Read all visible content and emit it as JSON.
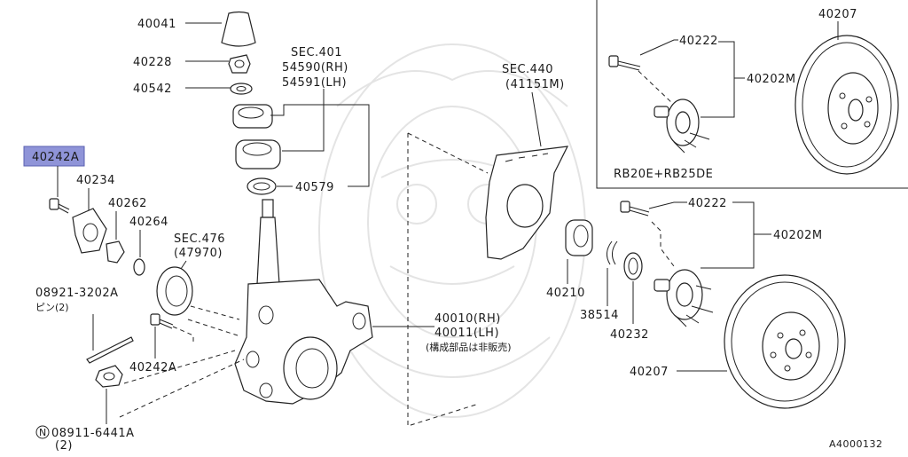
{
  "highlighted_part": "40242A",
  "labels": {
    "p40041": "40041",
    "p40228": "40228",
    "p40542": "40542",
    "sec401": "SEC.401",
    "sec401_rh": "54590(RH)",
    "sec401_lh": "54591(LH)",
    "p40579": "40579",
    "p40242a_top": "40242A",
    "p40234": "40234",
    "p40262": "40262",
    "p40264": "40264",
    "sec476": "SEC.476",
    "sec476_code": "(47970)",
    "pin_code": "08921-3202A",
    "pin_qty": "ピン(2)",
    "p40242a_bottom": "40242A",
    "nut_code": "08911-6441A",
    "nut_prefix": "N",
    "nut_qty": "(2)",
    "knuckle_rh": "40010(RH)",
    "knuckle_lh": "40011(LH)",
    "knuckle_note": "(構成部品は非販売)",
    "sec440": "SEC.440",
    "sec440_code": "(41151M)",
    "p40210": "40210",
    "p38514": "38514",
    "p40232": "40232",
    "p40222_lower": "40222",
    "p40202m_lower": "40202M",
    "p40207_lower": "40207",
    "inset_p40222": "40222",
    "inset_p40202m": "40202M",
    "inset_p40207": "40207",
    "inset_engine": "RB20E+RB25DE",
    "diagram_code": "A4000132"
  }
}
